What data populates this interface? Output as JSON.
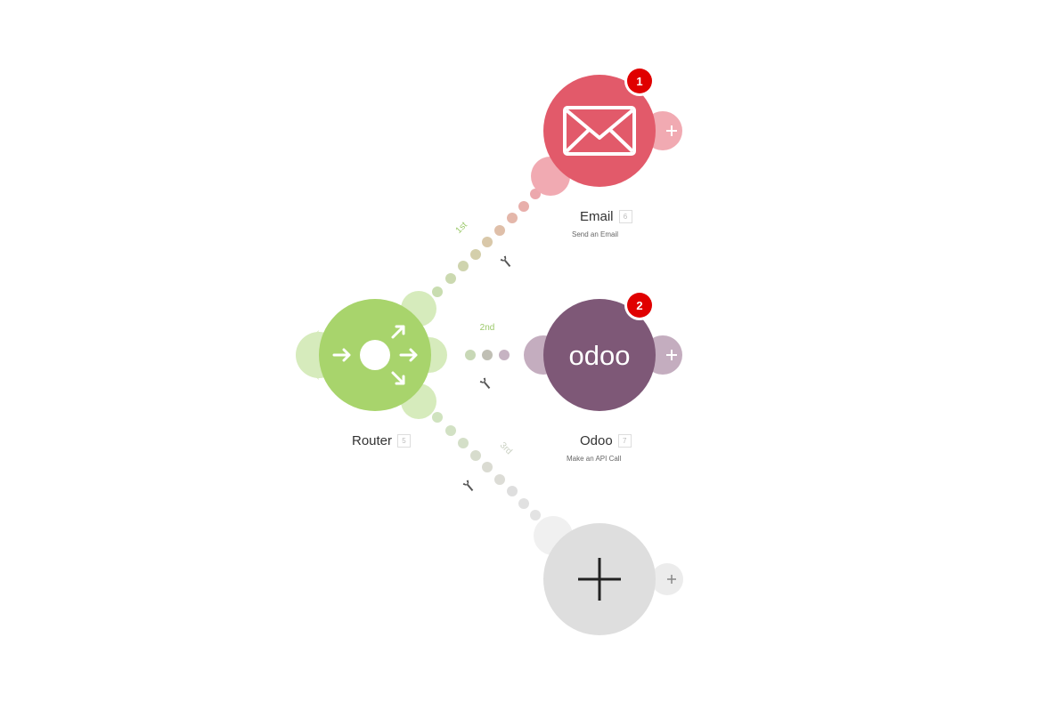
{
  "modules": {
    "email": {
      "name": "Email",
      "id": "6",
      "subtitle": "Send an Email",
      "badge": "1",
      "color": "#e25a6a",
      "icon": "envelope-icon"
    },
    "odoo": {
      "name": "Odoo",
      "id": "7",
      "subtitle": "Make an API Call",
      "badge": "2",
      "color": "#7e5877",
      "logo_text": "odoo"
    },
    "router": {
      "name": "Router",
      "id": "5",
      "color": "#a8d46c",
      "icon": "router-arrows-icon"
    },
    "add": {
      "color": "#dedede",
      "icon": "plus-icon"
    }
  },
  "routes": {
    "first": "1st",
    "second": "2nd",
    "third": "3rd"
  },
  "colors": {
    "badge": "#e00000",
    "wrench": "#555555"
  }
}
